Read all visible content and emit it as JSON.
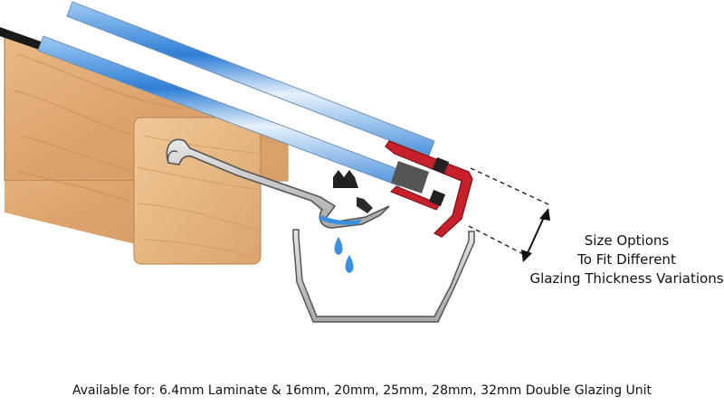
{
  "size_options": {
    "line1": "Size Options",
    "line2": "To Fit Different",
    "line3": "Glazing Thickness Variations"
  },
  "caption": "Available for: 6.4mm Laminate & 16mm, 20mm, 25mm, 28mm, 32mm Double Glazing Unit",
  "colors": {
    "timber": "#e4b07a",
    "glass": "#5a9ee0",
    "cap": "#c8202a",
    "aluminium": "#c8c8c8",
    "water": "#3a8fe0",
    "spacer": "#555555"
  }
}
